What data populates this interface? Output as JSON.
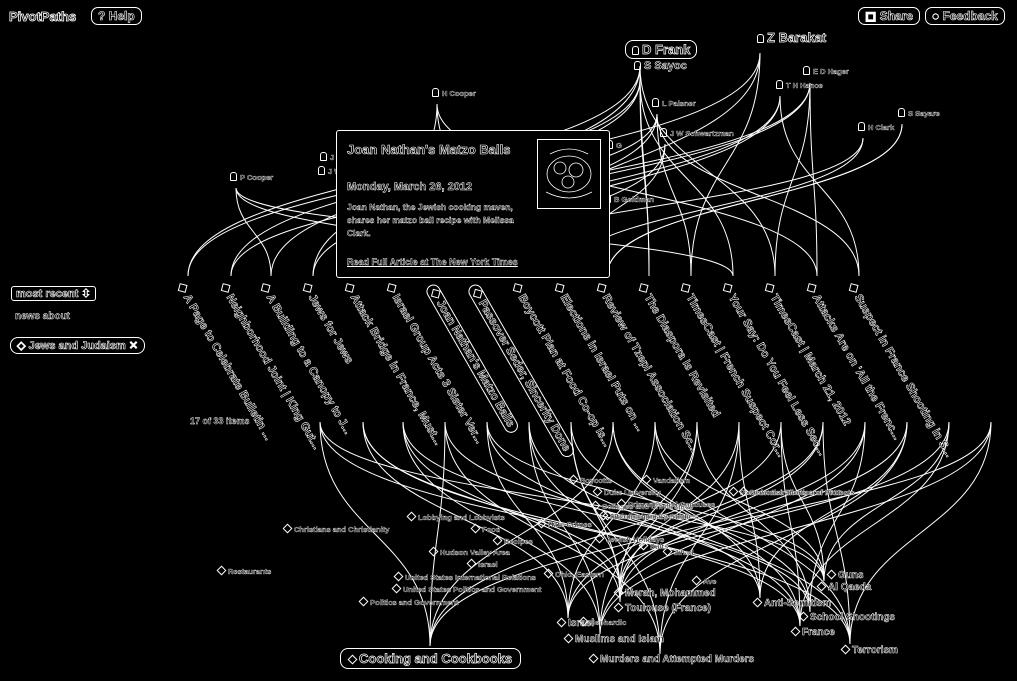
{
  "app": {
    "title": "PivotPaths",
    "help_label": "Help",
    "share_label": "Share",
    "feedback_label": "Feedback"
  },
  "sidebar": {
    "sort_select": "most recent",
    "news_about": "news about",
    "filter_chip": "Jews and Judaism",
    "item_count": "17 of 33 items"
  },
  "popup": {
    "title": "Joan Nathan's Matzo Balls",
    "date": "Monday, March 26, 2012",
    "summary": "Joan Nathan, the Jewish cooking maven, shares her matzo ball recipe with Melissa Clark.",
    "link": "Read Full Article at The New York Times"
  },
  "stories": [
    "A Page to Celebrate Bulletin ...",
    "Neighborhood Joint | King Gut...",
    "A Building to a Canopy to J...",
    "Jews for Jews",
    "Attack Bridge in France, Must...",
    "Israel Group Acts 3 Sister Ver...",
    "Joan Nathan's Matzo Balls",
    "Passover Seder, Sincerity Done",
    "Boycott Plan at Food Co-op is...",
    "Elections in Israel Puts on ...",
    "Review of Tzepi Association Sc...",
    "The Diaspora Is Revisited",
    "TimesCast | French Suspect Cor...",
    "Your Say: Do You Feel Less Sec...",
    "TimesCast | March 21, 2012",
    "Attacks Are on 'All the Frenc...",
    "Suspect in France Shooting in S..."
  ],
  "people": [
    "D Frank",
    "Z Barakat",
    "S Sayoc",
    "E D Hager",
    "H Cooper",
    "L Paisner",
    "T H Hance",
    "J W Schwartzman",
    "P Cooper",
    "H Clark",
    "S Sayare",
    "G",
    "J W",
    "B Goldman",
    "J W"
  ],
  "tags": [
    "Cooking and Cookbooks",
    "Israel",
    "Muslims and Islam",
    "Murders and Attempted Murders",
    "France",
    "Terrorism",
    "School Shootings",
    "Anti-Semitism",
    "Al Qaeda",
    "Guns",
    "Merah, Mohammed",
    "Toulouse (France)",
    "Sephardic",
    "Jihad",
    "Restaurants",
    "Christians and Christianity",
    "Lobbying and Lobbyists",
    "Food",
    "Recipes",
    "Hudson Valley Area",
    "Israel",
    "United States International Relations",
    "United States Politics and Government",
    "Politics and Government",
    "Boycotts",
    "Duke University",
    "Colleges and Universities",
    "Primaries and Caucuses",
    "Friends and Enemies",
    "Vandalism",
    "Presidential Election of 2012",
    "Hate Crimes",
    "Ohio, Eastern",
    "Ave",
    "Suits",
    "Jewish Holidays",
    "Demonstrations and Protests",
    "Interdisciplinary Studies"
  ],
  "colors": {
    "background": "#000000",
    "foreground": "#ffffff"
  }
}
